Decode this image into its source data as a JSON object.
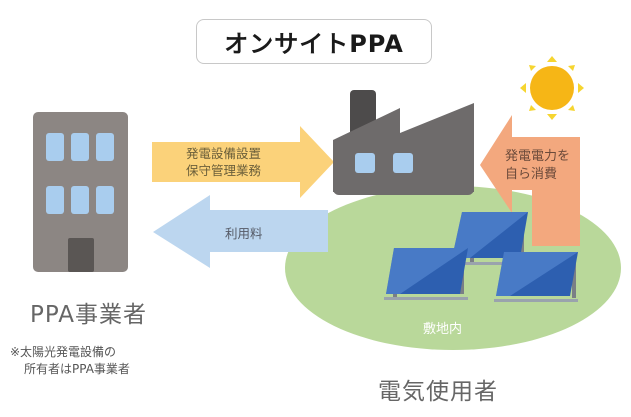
{
  "title": "オンサイトPPA",
  "arrows": {
    "supply": {
      "lines": [
        "発電設備設置",
        "保守管理業務"
      ],
      "color": "#fbd27a"
    },
    "fee": {
      "label": "利用料",
      "color": "#bcd6ef"
    },
    "self_consumption": {
      "lines": [
        "発電電力を",
        "自ら消費"
      ],
      "color": "#f3a87e"
    }
  },
  "site_label": "敷地内",
  "parties": {
    "provider": "PPA事業者",
    "consumer": "電気使用者"
  },
  "note": [
    "※太陽光発電設備の",
    "所有者はPPA事業者"
  ],
  "colors": {
    "building": "#8c8683",
    "factory": "#6e6b6b",
    "window": "#a9cdee",
    "site": "#b9d89a",
    "sun": "#f6b616",
    "panel": "#2d5fb0"
  }
}
